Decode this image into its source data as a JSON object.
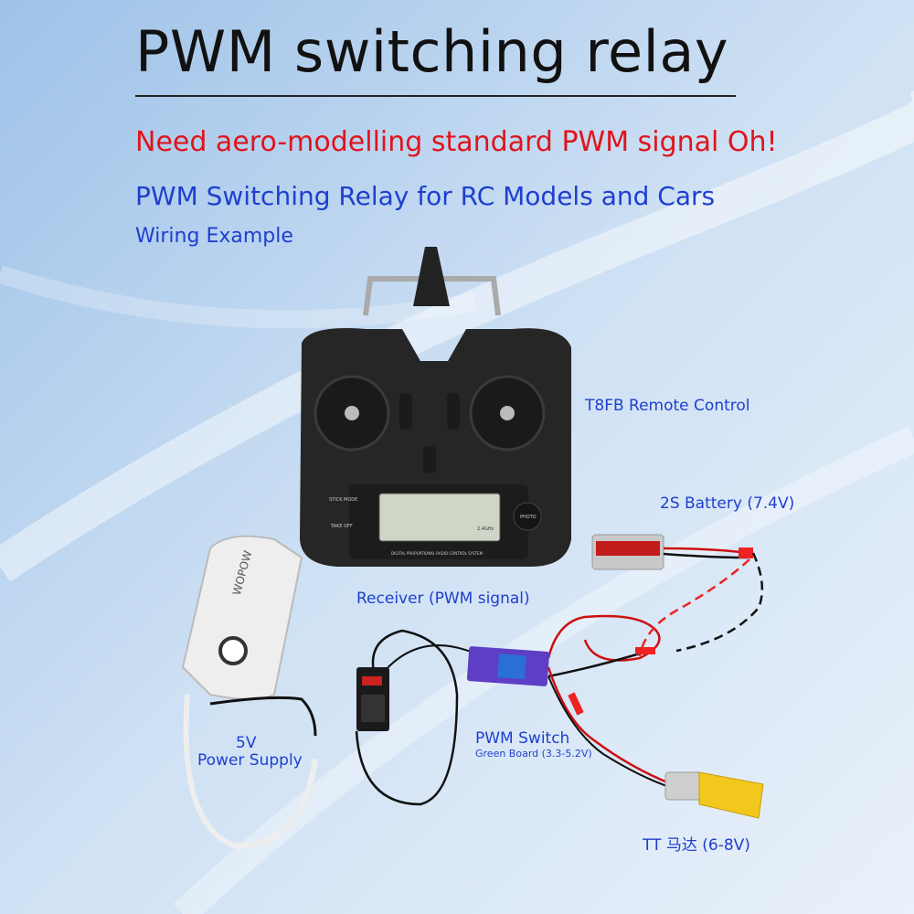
{
  "header": {
    "title": "PWM switching relay",
    "warning": "Need aero-modelling standard PWM signal Oh!",
    "subtitle": "PWM Switching Relay for RC Models and Cars",
    "caption": "Wiring Example"
  },
  "labels": {
    "remote": "T8FB Remote Control",
    "battery": "2S Battery (7.4V)",
    "receiver": "Receiver (PWM signal)",
    "power_line1": "5V",
    "power_line2": "Power Supply",
    "switch_title": "PWM Switch",
    "switch_sub": "Green Board (3.3-5.2V)",
    "motor": "TT 马达 (6-8V)"
  },
  "device_text": {
    "stick_mode": "STICK MODE",
    "take_off": "TAKE OFF",
    "photo": "PHOTO",
    "panel": "DIGITAL PROPORTIONAL RADIO CONTROL SYSTEM",
    "band": "2.4GHz",
    "powerbank_brand": "WOPOW"
  },
  "colors": {
    "title": "#111111",
    "warning": "#e0141b",
    "accent_blue": "#1e3fcf",
    "background_top": "#a9c9ea",
    "background_bottom": "#e6f0fa"
  }
}
